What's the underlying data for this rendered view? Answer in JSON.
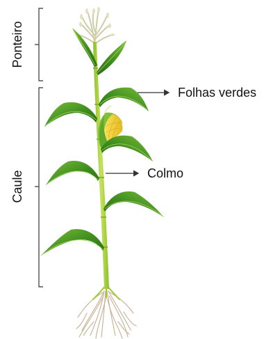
{
  "labels": {
    "ponteiro": "Ponteiro",
    "caule": "Caule",
    "folhas_verdes": "Folhas verdes",
    "colmo": "Colmo"
  },
  "colors": {
    "stem": "#a6cf3b",
    "stem_highlight": "#c9e36a",
    "leaf_dark": "#2f7a1b",
    "leaf_mid": "#4a9a22",
    "leaf_light": "#7cc03a",
    "tassel": "#d9d6b4",
    "corn_ear": "#f2d43a",
    "husk": "#8cc63f",
    "roots": "#cdb8a0",
    "line": "#333333"
  }
}
